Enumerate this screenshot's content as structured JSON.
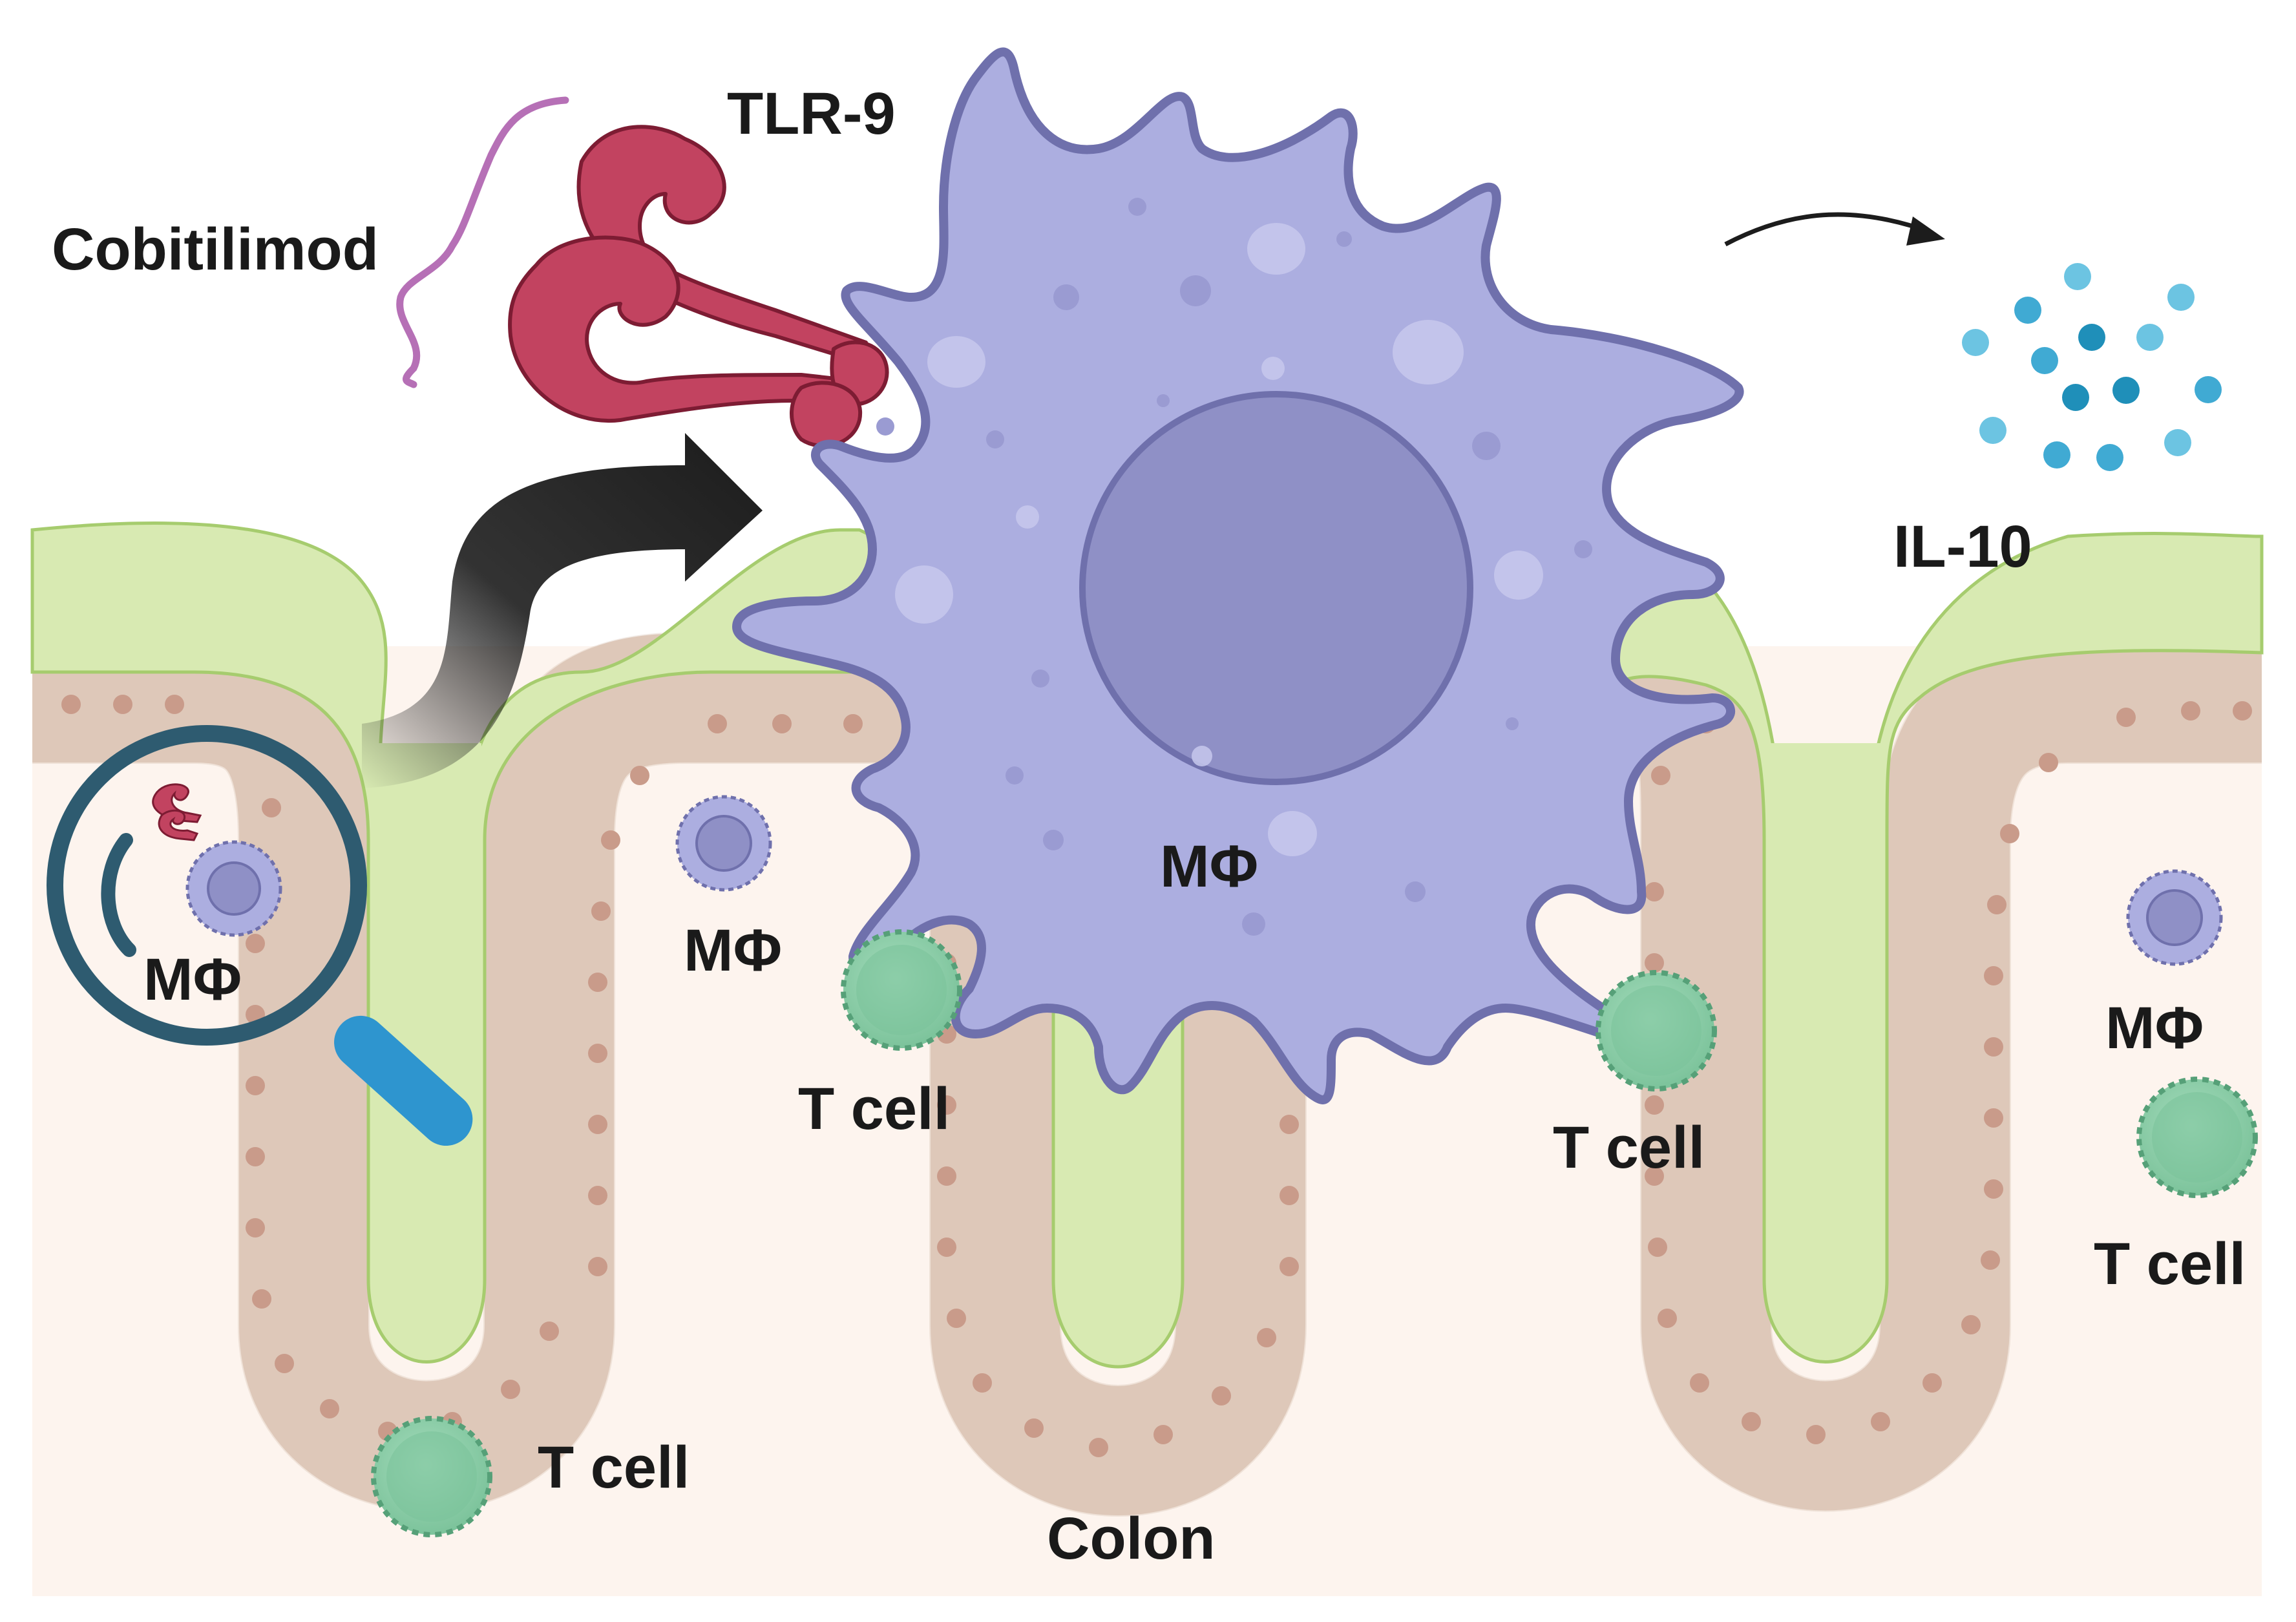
{
  "labels": {
    "drug": "Cobitilimod",
    "receptor": "TLR-9",
    "cytokine": "IL-10",
    "macrophage": "MΦ",
    "tcell": "T cell",
    "tissue": "Colon"
  },
  "colors": {
    "lumen": "#d8eab2",
    "lumen_edge": "#a6cc6e",
    "lamina": "#fdf4ee",
    "epithelium": "#e6d2c5",
    "epithelium_edge": "#b79c8c",
    "nucleus_epi": "#c99b8a",
    "macrophage": "#acaee0",
    "macrophage_edge": "#6f70ac",
    "macrophage_nucleus": "#8f90c6",
    "tlr9": "#c24360",
    "tlr9_edge": "#7d1c33",
    "cobitilimod": "#b670b6",
    "il10_light": "#6cc4e2",
    "il10_dark": "#1f8fb9",
    "tcell": "#8fd0ac",
    "tcell_edge": "#56a078",
    "magnifier": "#2e5b70",
    "magnifier_handle": "#2e95cf",
    "arrow": "#1c1c1c"
  }
}
